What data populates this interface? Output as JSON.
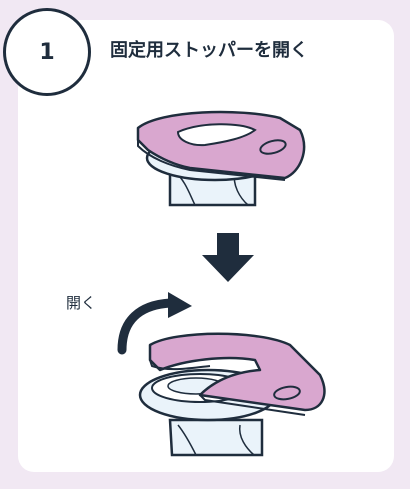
{
  "step": {
    "number": "1",
    "title": "固定用ストッパーを開く"
  },
  "annotation": {
    "open_label": "開く"
  },
  "colors": {
    "background": "#f1e8f3",
    "card": "#ffffff",
    "outline": "#1f2d3d",
    "stopper_fill": "#d9a7cf",
    "bottle_fill": "#eaf3fa",
    "arrow": "#1f2d3d"
  },
  "icons": [
    "down-arrow-icon",
    "curved-arrow-icon"
  ]
}
